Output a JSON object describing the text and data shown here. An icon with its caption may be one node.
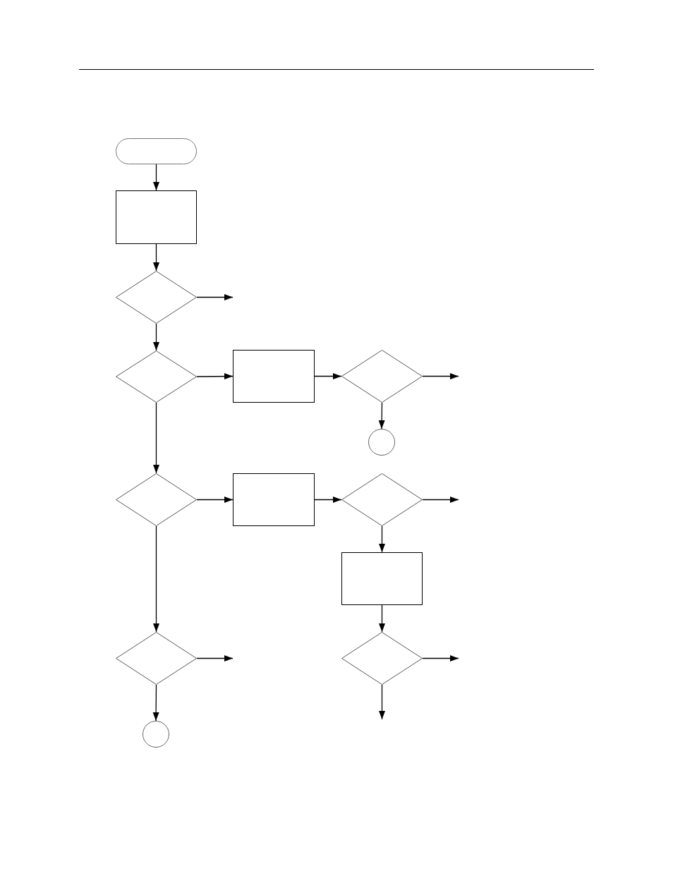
{
  "diagram": {
    "nodes": [
      {
        "text": [],
        "shape": "pill"
      },
      {
        "text": [],
        "shape": "box"
      },
      {
        "text": [],
        "shape": "diamond"
      },
      {
        "text": [],
        "shape": "diamond"
      },
      {
        "text": [],
        "shape": "box"
      },
      {
        "text": [],
        "shape": "diamond"
      },
      {
        "text": [],
        "shape": "circle"
      },
      {
        "text": [],
        "shape": "diamond"
      },
      {
        "text": [],
        "shape": "box"
      },
      {
        "text": [],
        "shape": "diamond"
      },
      {
        "text": [],
        "shape": "box"
      },
      {
        "text": [],
        "shape": "diamond"
      },
      {
        "text": [],
        "shape": "diamond"
      },
      {
        "text": [],
        "shape": "circle"
      }
    ],
    "edges": [
      {
        "from": 0,
        "to": 1,
        "arrow": "to"
      },
      {
        "from": 1,
        "to": 2,
        "arrow": "to"
      },
      {
        "from": 2,
        "to": null,
        "arrow": "to"
      },
      {
        "from": 2,
        "to": 3,
        "arrow": "to"
      },
      {
        "from": 3,
        "to": 4,
        "arrow": "to"
      },
      {
        "from": 4,
        "to": 5,
        "arrow": "to"
      },
      {
        "from": 5,
        "to": null,
        "arrow": "to"
      },
      {
        "from": 5,
        "to": 6,
        "arrow": "to"
      },
      {
        "from": 3,
        "to": 7,
        "arrow": "to"
      },
      {
        "from": 7,
        "to": 8,
        "arrow": "to"
      },
      {
        "from": 8,
        "to": 9,
        "arrow": "to"
      },
      {
        "from": 9,
        "to": null,
        "arrow": "to"
      },
      {
        "from": 9,
        "to": 10,
        "arrow": "to"
      },
      {
        "from": 7,
        "to": 11,
        "arrow": "to"
      },
      {
        "from": 10,
        "to": 12,
        "arrow": "to"
      },
      {
        "from": 11,
        "to": null,
        "arrow": "to"
      },
      {
        "from": 12,
        "to": null,
        "arrow": "to"
      },
      {
        "from": 11,
        "to": 13,
        "arrow": "to"
      },
      {
        "from": 12,
        "to": null,
        "arrow": "to"
      }
    ]
  }
}
